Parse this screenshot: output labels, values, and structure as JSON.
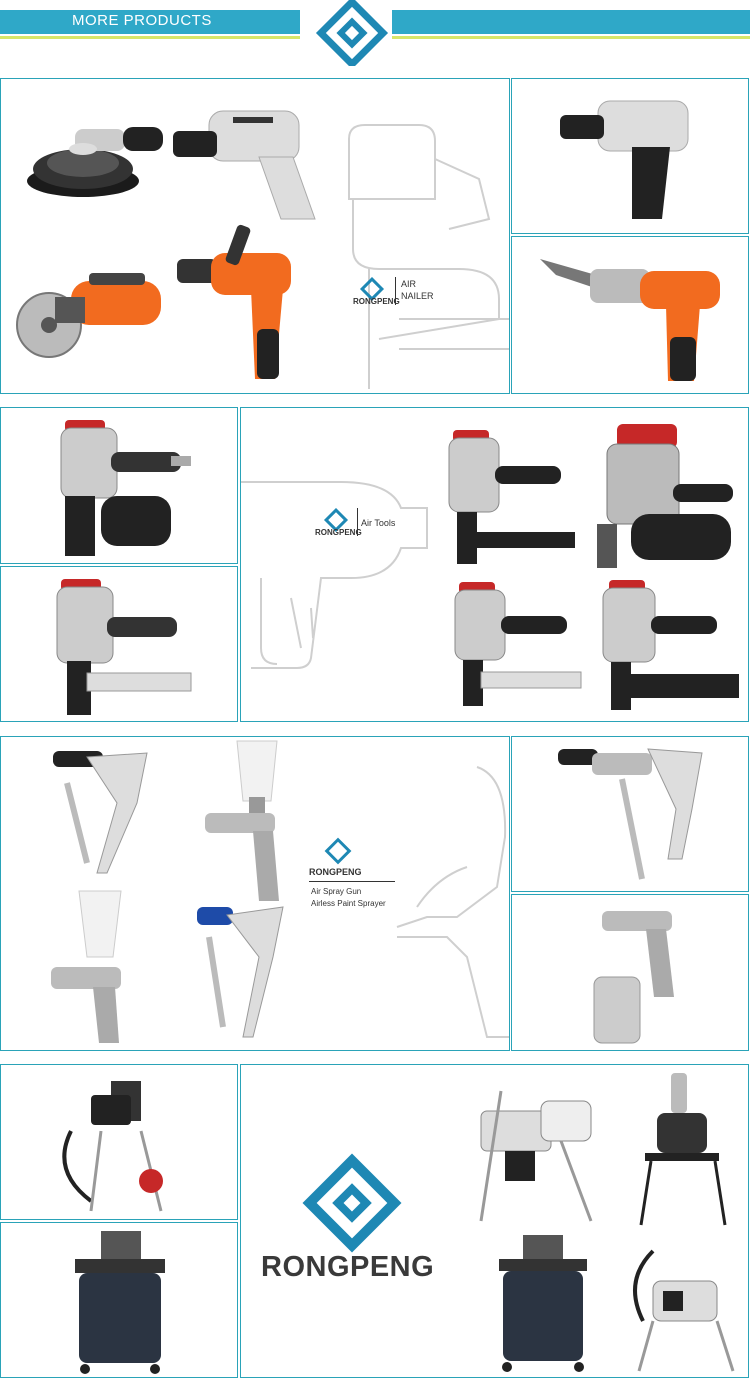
{
  "header": {
    "title": "MORE PRODUCTS"
  },
  "brand": {
    "name": "RONGPENG",
    "accent": "#2fa8c8",
    "line": "#d6e66a"
  },
  "section1": {
    "caption_line1": "AIR",
    "caption_line2": "NAILER"
  },
  "section2": {
    "caption": "Air Tools"
  },
  "section3": {
    "caption_line1": "Air Spray Gun",
    "caption_line2": "Airless Paint Sprayer"
  },
  "products": [
    "orbital-sander",
    "impact-wrench",
    "cut-off-tool",
    "air-drill",
    "impact-wrench-small",
    "air-shear",
    "coil-roofing-nailer",
    "stapler",
    "brad-nailer",
    "coil-framing-nailer",
    "brad-nailer-2",
    "pin-nailer",
    "airless-spray-gun",
    "gravity-spray-gun",
    "hvlp-spray-gun",
    "airless-gun-2",
    "spray-gun-3",
    "suction-spray-gun",
    "airless-pump-cart",
    "pressure-tank",
    "airless-sprayer-cart",
    "diaphragm-pump",
    "pressure-tank-2",
    "piston-sprayer"
  ]
}
